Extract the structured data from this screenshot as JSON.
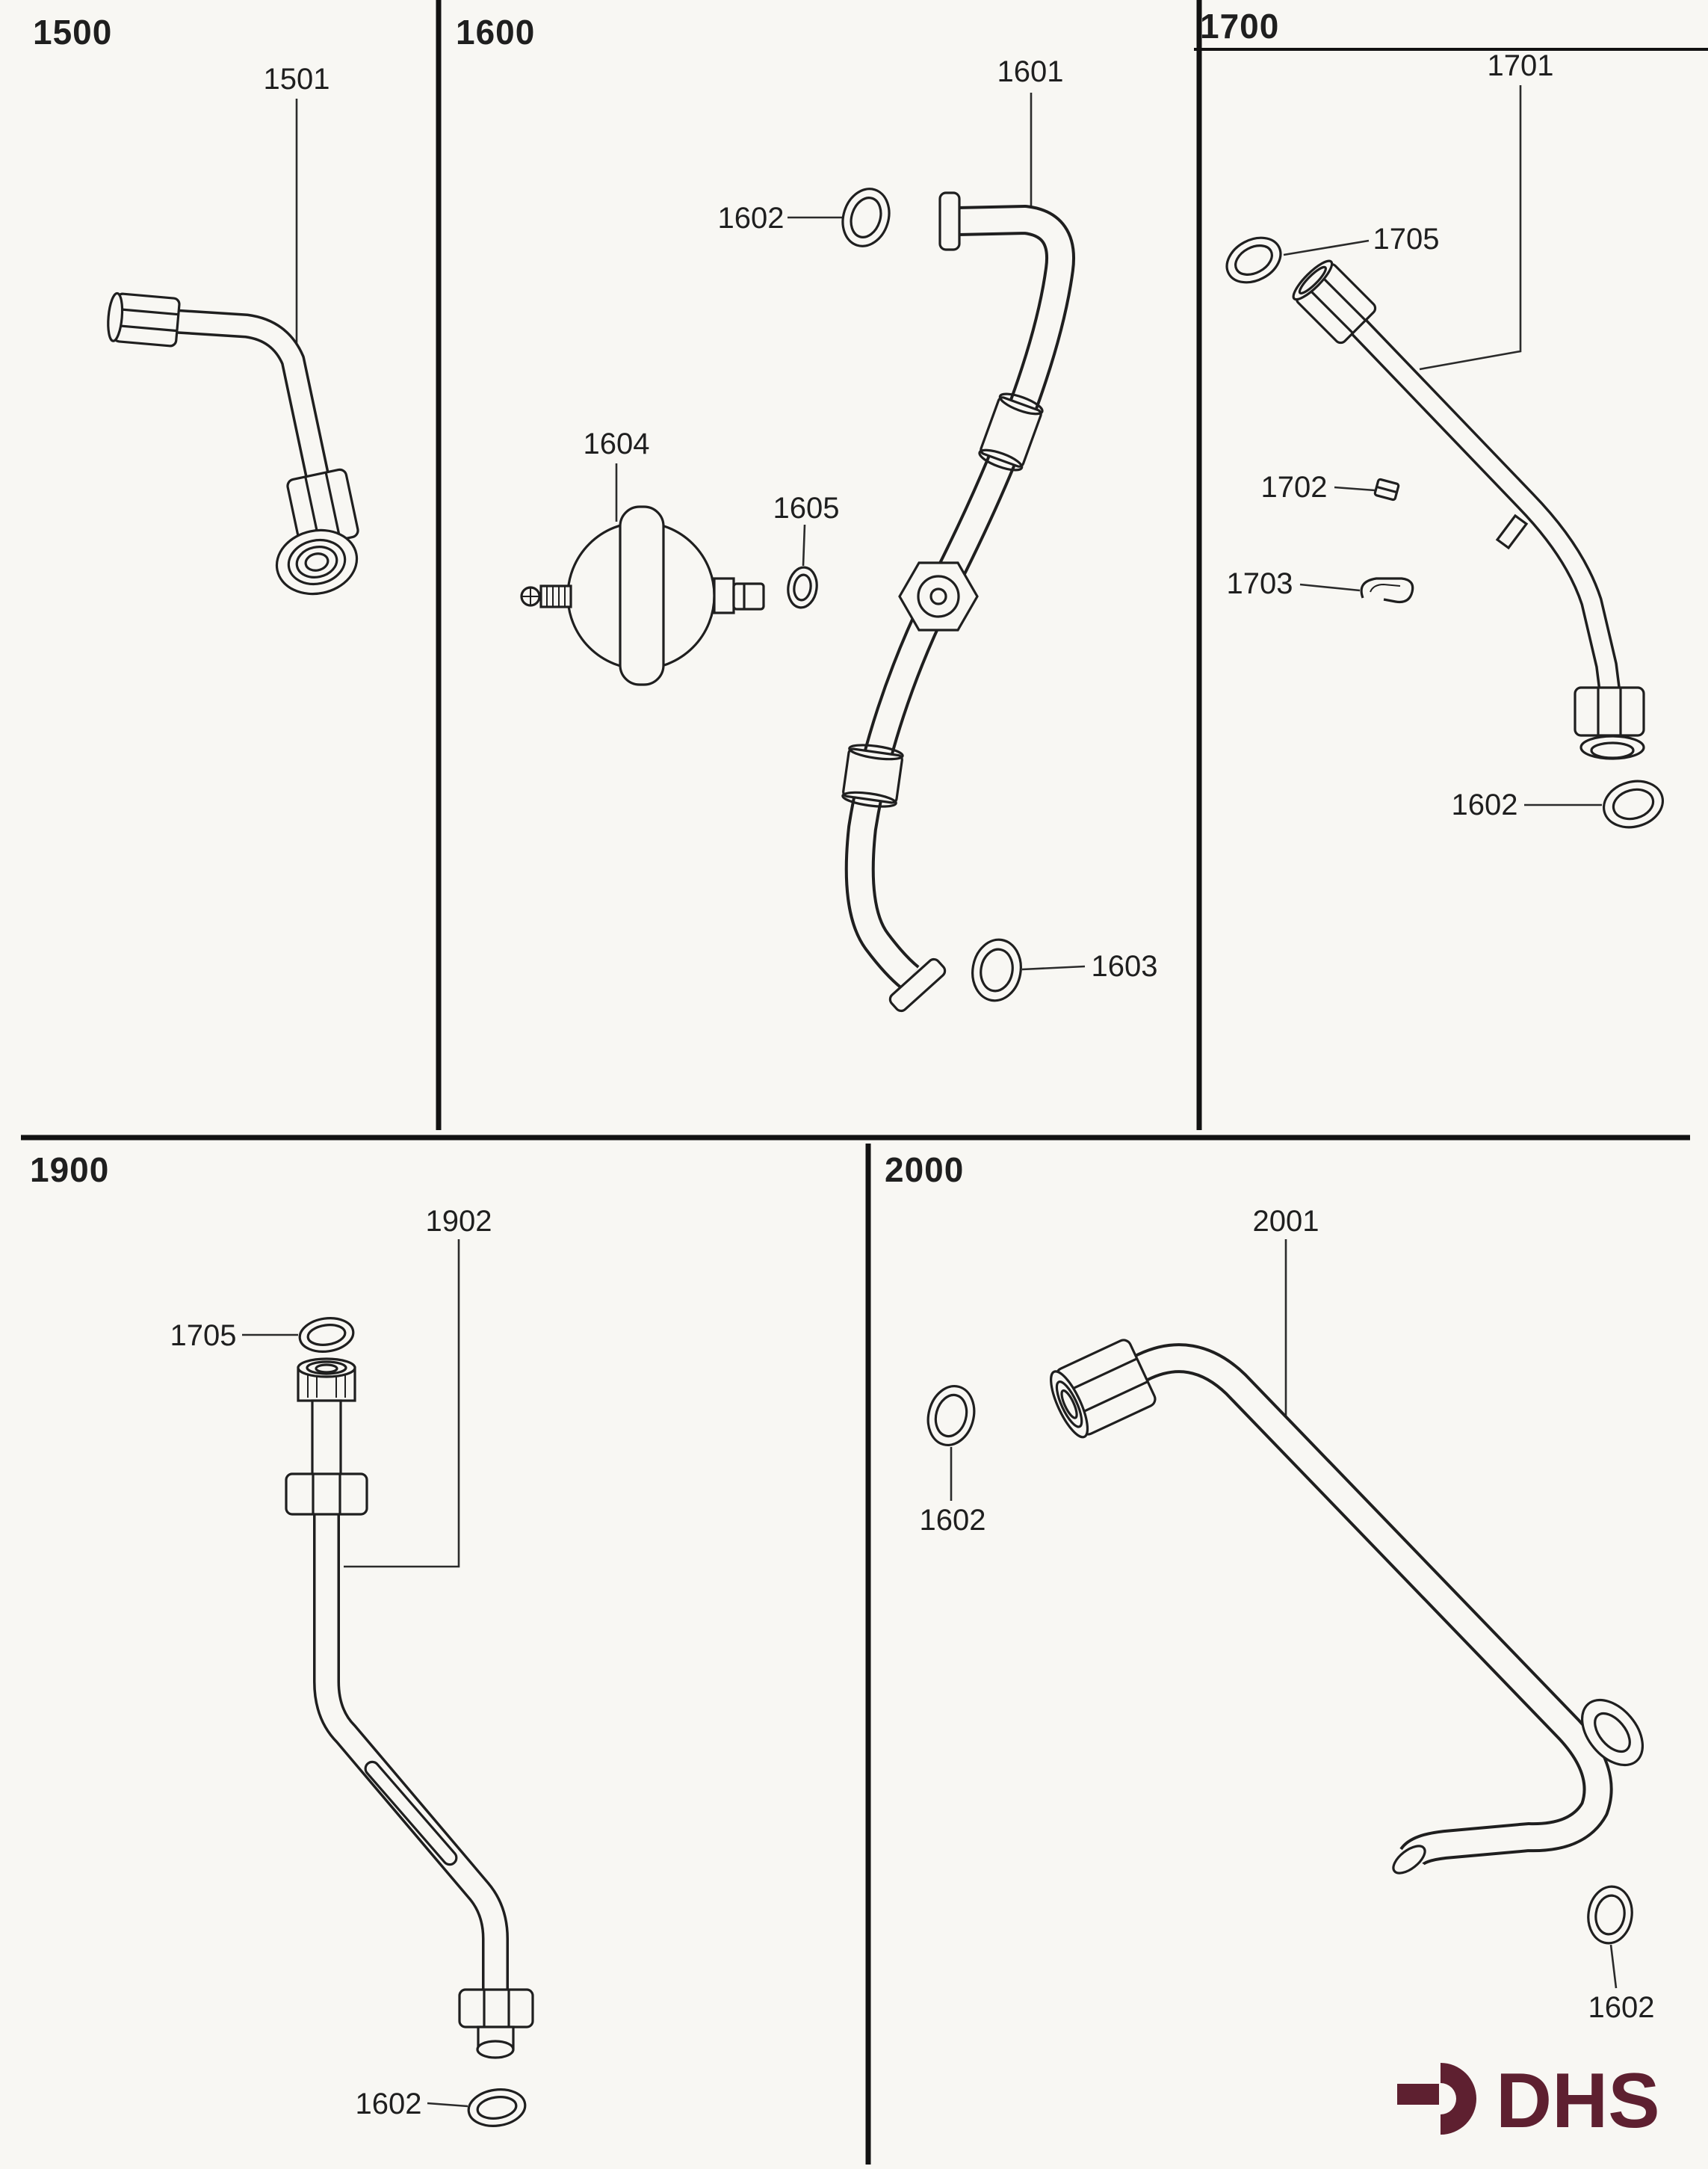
{
  "colors": {
    "background": "#f8f7f3",
    "ink": "#1f1f1f"
  },
  "sections": [
    {
      "title": "1500",
      "labels": {
        "p1501": "1501"
      }
    },
    {
      "title": "1600",
      "labels": {
        "p1601": "1601",
        "p1602": "1602",
        "p1603": "1603",
        "p1604": "1604",
        "p1605": "1605"
      }
    },
    {
      "title": "1700",
      "labels": {
        "p1701": "1701",
        "p1705": "1705",
        "p1702": "1702",
        "p1703": "1703",
        "p1602": "1602"
      }
    },
    {
      "title": "1900",
      "labels": {
        "p1902": "1902",
        "p1705": "1705",
        "p1602": "1602"
      }
    },
    {
      "title": "2000",
      "labels": {
        "p2001": "2001",
        "p1602_left": "1602",
        "p1602_bottom": "1602"
      }
    }
  ],
  "logo": {
    "text": "DHS",
    "color": "#5e2030"
  }
}
